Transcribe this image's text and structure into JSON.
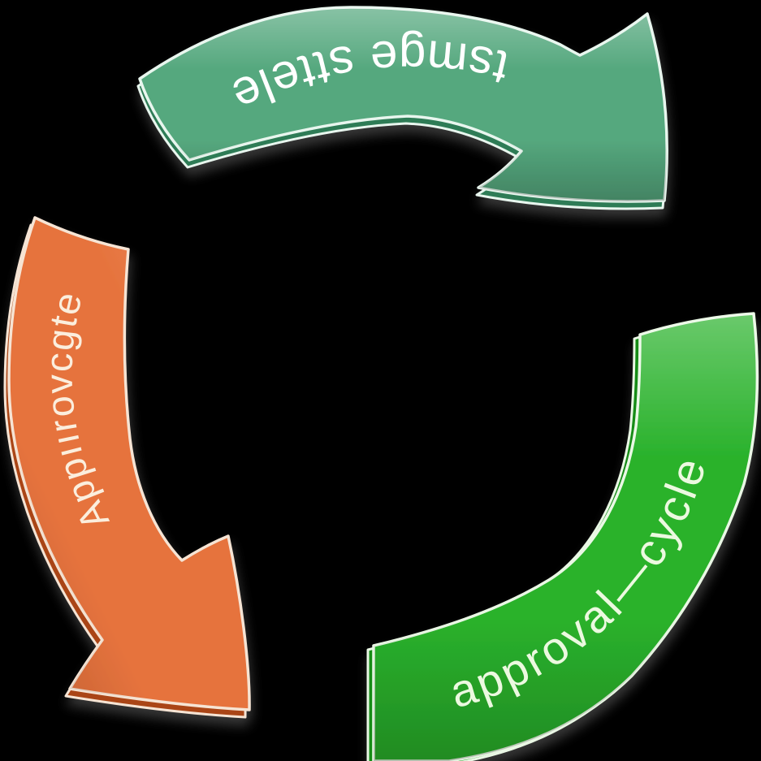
{
  "page": {
    "background_color": "#000000"
  },
  "diagram": {
    "type": "three-arrow-cycle",
    "arrows": [
      {
        "position": "top",
        "label": "tsmge sttele",
        "fill": "#55a87e",
        "rim": "#2e7c56",
        "outline": "#e8f6ee",
        "text_color": "#ffffff"
      },
      {
        "position": "left",
        "label": "Appıırovcgte",
        "fill": "#e6733d",
        "rim": "#aa4512",
        "outline": "#f6e4d4",
        "text_color": "#fbeedd"
      },
      {
        "position": "bottom-right",
        "label": "approval—cycle",
        "fill": "#2ab22c",
        "rim": "#128c18",
        "outline": "#eaf8e5",
        "text_color": "#ecf9e0"
      }
    ]
  }
}
